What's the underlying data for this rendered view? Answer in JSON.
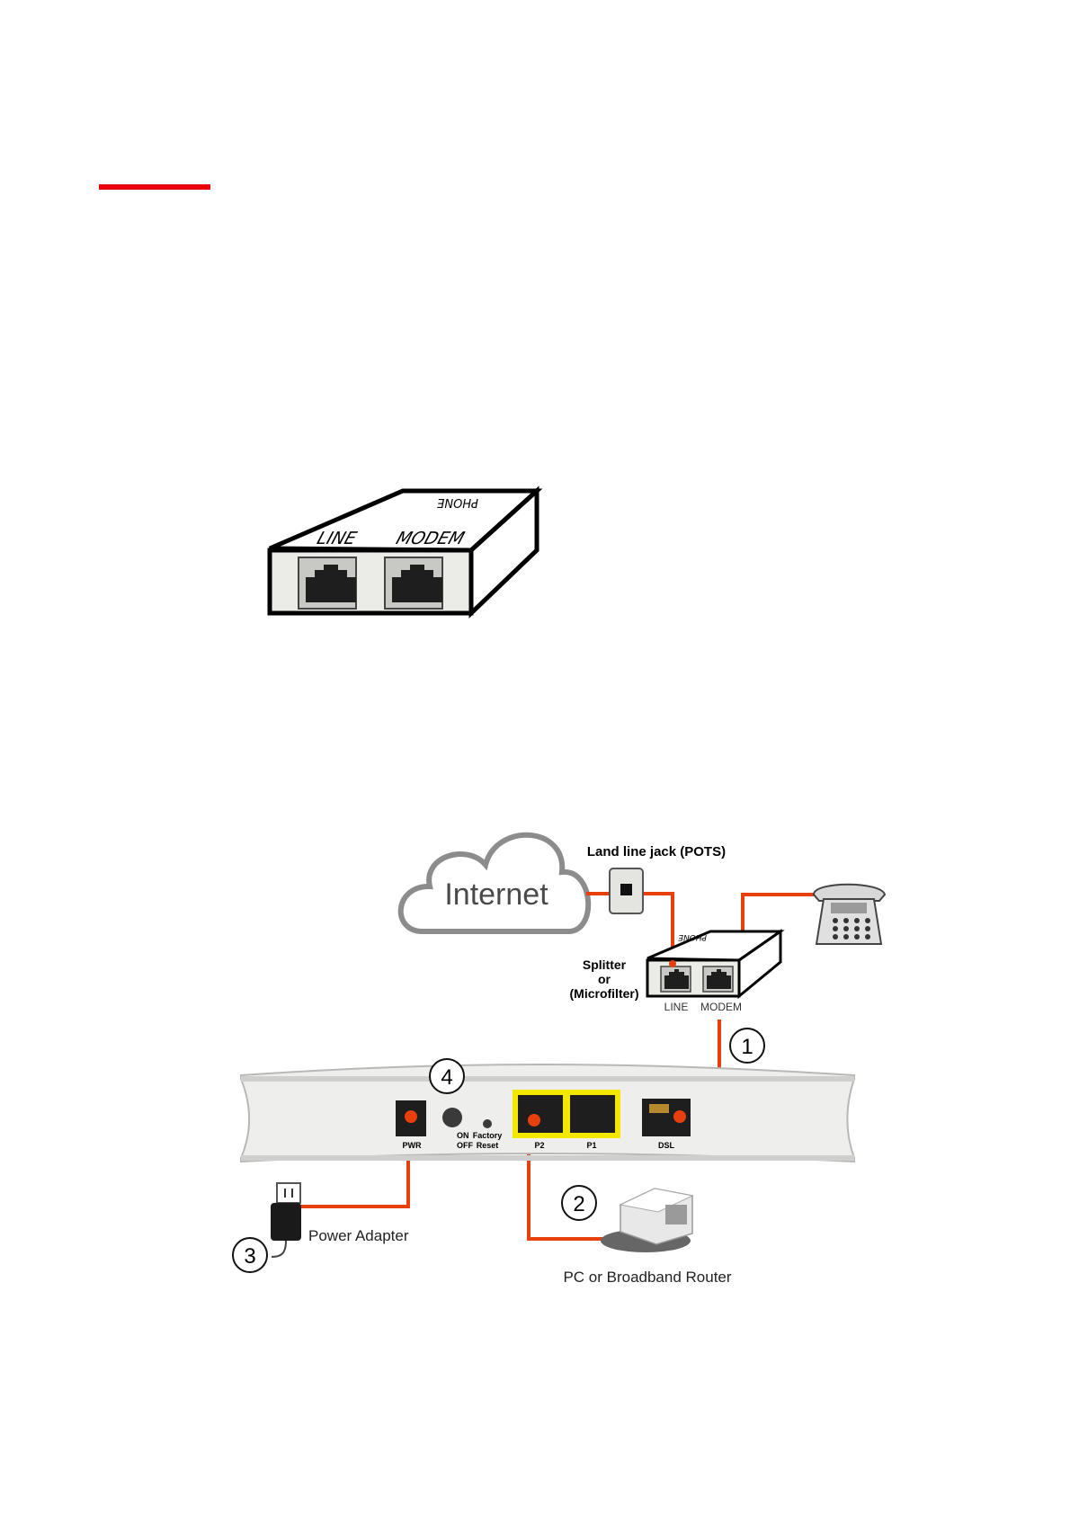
{
  "page": {
    "accent_color": "#e8000b"
  },
  "splitter_figure": {
    "port_labels": [
      "LINE",
      "MODEM"
    ],
    "top_label": "PHONE"
  },
  "connection_diagram": {
    "cloud_label": "Internet",
    "jack_label": "Land line jack (POTS)",
    "splitter_label_lines": [
      "Splitter",
      "or",
      "(Microfilter)"
    ],
    "splitter_port_labels": [
      "LINE",
      "MODEM"
    ],
    "splitter_top_label": "PHONE",
    "router_ports": {
      "pwr": "PWR",
      "on": "ON",
      "off": "OFF",
      "factory": "Factory",
      "reset": "Reset",
      "p2": "P2",
      "p1": "P1",
      "dsl": "DSL"
    },
    "steps": [
      "1",
      "2",
      "3",
      "4"
    ],
    "power_adapter_label": "Power Adapter",
    "pc_label": "PC or Broadband Router",
    "cable_color": "#e8400c",
    "lan_port_highlight": "#f5e800"
  }
}
